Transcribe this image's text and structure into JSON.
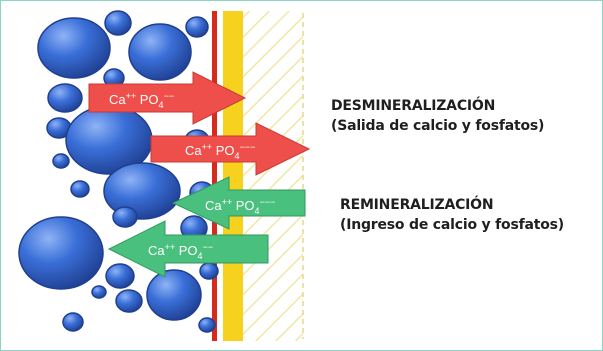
{
  "diagram": {
    "colors": {
      "bubble": "#3a6fd8",
      "bubble_edge": "#1f3f91",
      "demin_arrow": "#ef4f4a",
      "remin_arrow": "#49c07d",
      "membrane_yellow": "#f6d21f",
      "membrane_red": "#d62b1c",
      "hatch": "#f1e7a6"
    },
    "arrows": [
      {
        "type": "desmineralizacion",
        "ion_label": "Ca⁺⁺ PO₄⁻⁻"
      },
      {
        "type": "desmineralizacion",
        "ion_label": "Ca⁺⁺ PO₄⁻⁻⁻"
      },
      {
        "type": "remineralizacion",
        "ion_label": "Ca⁺⁺ PO₄⁻⁻⁻"
      },
      {
        "type": "remineralizacion",
        "ion_label": "Ca⁺⁺ PO₄⁻⁻"
      }
    ],
    "captions": {
      "demin_title": "DESMINERALIZACIÓN",
      "demin_desc": "(Salida de calcio y fosfatos)",
      "remin_title": "REMINERALIZACIÓN",
      "remin_desc": "(Ingreso de calcio y fosfatos)"
    }
  }
}
